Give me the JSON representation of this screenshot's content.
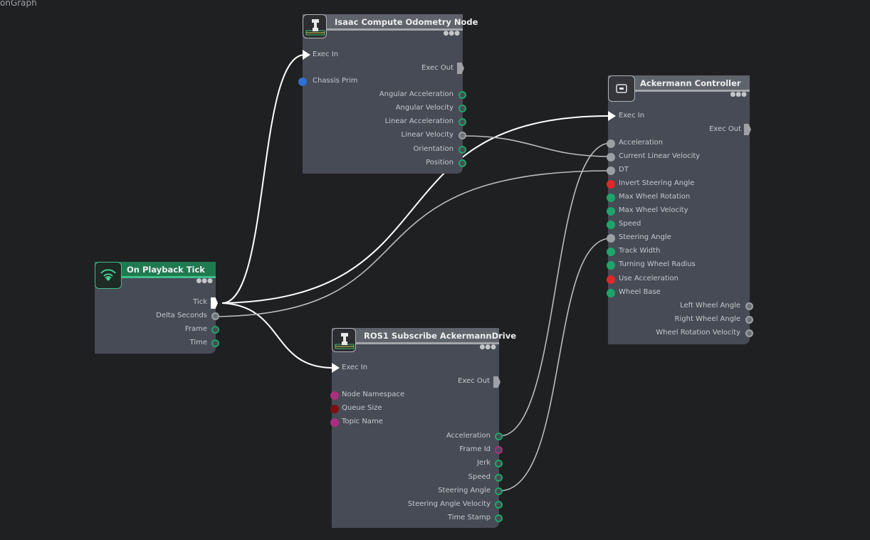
{
  "graph": {
    "title": "onGraph"
  },
  "colors": {
    "background": "#1f2022",
    "node_body": "#474b55",
    "pin_green": "#1fa56b",
    "pin_red": "#e0282c",
    "pin_magenta": "#a9307f",
    "pin_blue": "#2f6fd6",
    "pin_dark_red": "#7a1010",
    "playback_header": "#1f7a4f"
  },
  "nodes": {
    "odometry": {
      "title": "Isaac Compute Odometry Node",
      "icon": "robot-arm-icon",
      "exec_in": "Exec In",
      "exec_out": "Exec Out",
      "inputs": [
        "Chassis Prim"
      ],
      "outputs": [
        "Angular Acceleration",
        "Angular Velocity",
        "Linear Acceleration",
        "Linear Velocity",
        "Orientation",
        "Position"
      ]
    },
    "ackermann": {
      "title": "Ackermann Controller",
      "icon": "controller-icon",
      "exec_in": "Exec In",
      "exec_out": "Exec Out",
      "inputs": [
        "Acceleration",
        "Current Linear Velocity",
        "DT",
        "Invert Steering Angle",
        "Max Wheel Rotation",
        "Max Wheel Velocity",
        "Speed",
        "Steering Angle",
        "Track Width",
        "Turning Wheel Radius",
        "Use Acceleration",
        "Wheel Base"
      ],
      "outputs": [
        "Left Wheel Angle",
        "Right Wheel Angle",
        "Wheel Rotation Velocity"
      ]
    },
    "playback": {
      "title": "On Playback Tick",
      "icon": "broadcast-icon",
      "outputs": [
        "Tick",
        "Delta Seconds",
        "Frame",
        "Time"
      ]
    },
    "ros": {
      "title": "ROS1 Subscribe AckermannDrive",
      "icon": "robot-arm-icon",
      "exec_in": "Exec In",
      "exec_out": "Exec Out",
      "inputs": [
        "Node Namespace",
        "Queue Size",
        "Topic Name"
      ],
      "outputs": [
        "Acceleration",
        "Frame Id",
        "Jerk",
        "Speed",
        "Steering Angle",
        "Steering Angle Velocity",
        "Time Stamp"
      ]
    }
  }
}
